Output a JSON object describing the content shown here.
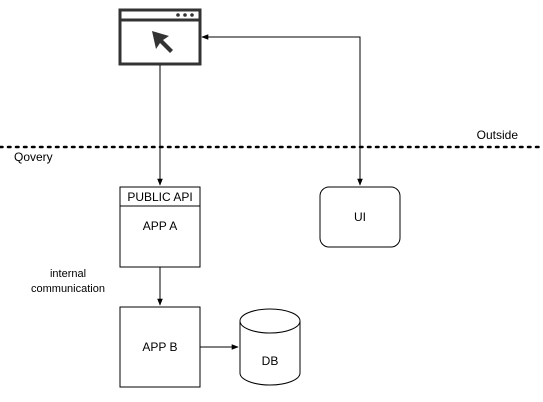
{
  "zones": {
    "outside_label": "Outside",
    "qovery_label": "Qovery"
  },
  "nodes": {
    "browser": {
      "icon": "browser-window-cursor-icon"
    },
    "app_a": {
      "header": "PUBLIC API",
      "label": "APP A"
    },
    "ui": {
      "label": "UI"
    },
    "app_b": {
      "label": "APP B"
    },
    "db": {
      "label": "DB",
      "icon": "database-cylinder-icon"
    }
  },
  "edges": {
    "app_a_to_app_b": {
      "label_line1": "internal",
      "label_line2": "communication"
    }
  },
  "colors": {
    "stroke": "#000000",
    "icon_stroke": "#333333",
    "fill": "#ffffff"
  }
}
